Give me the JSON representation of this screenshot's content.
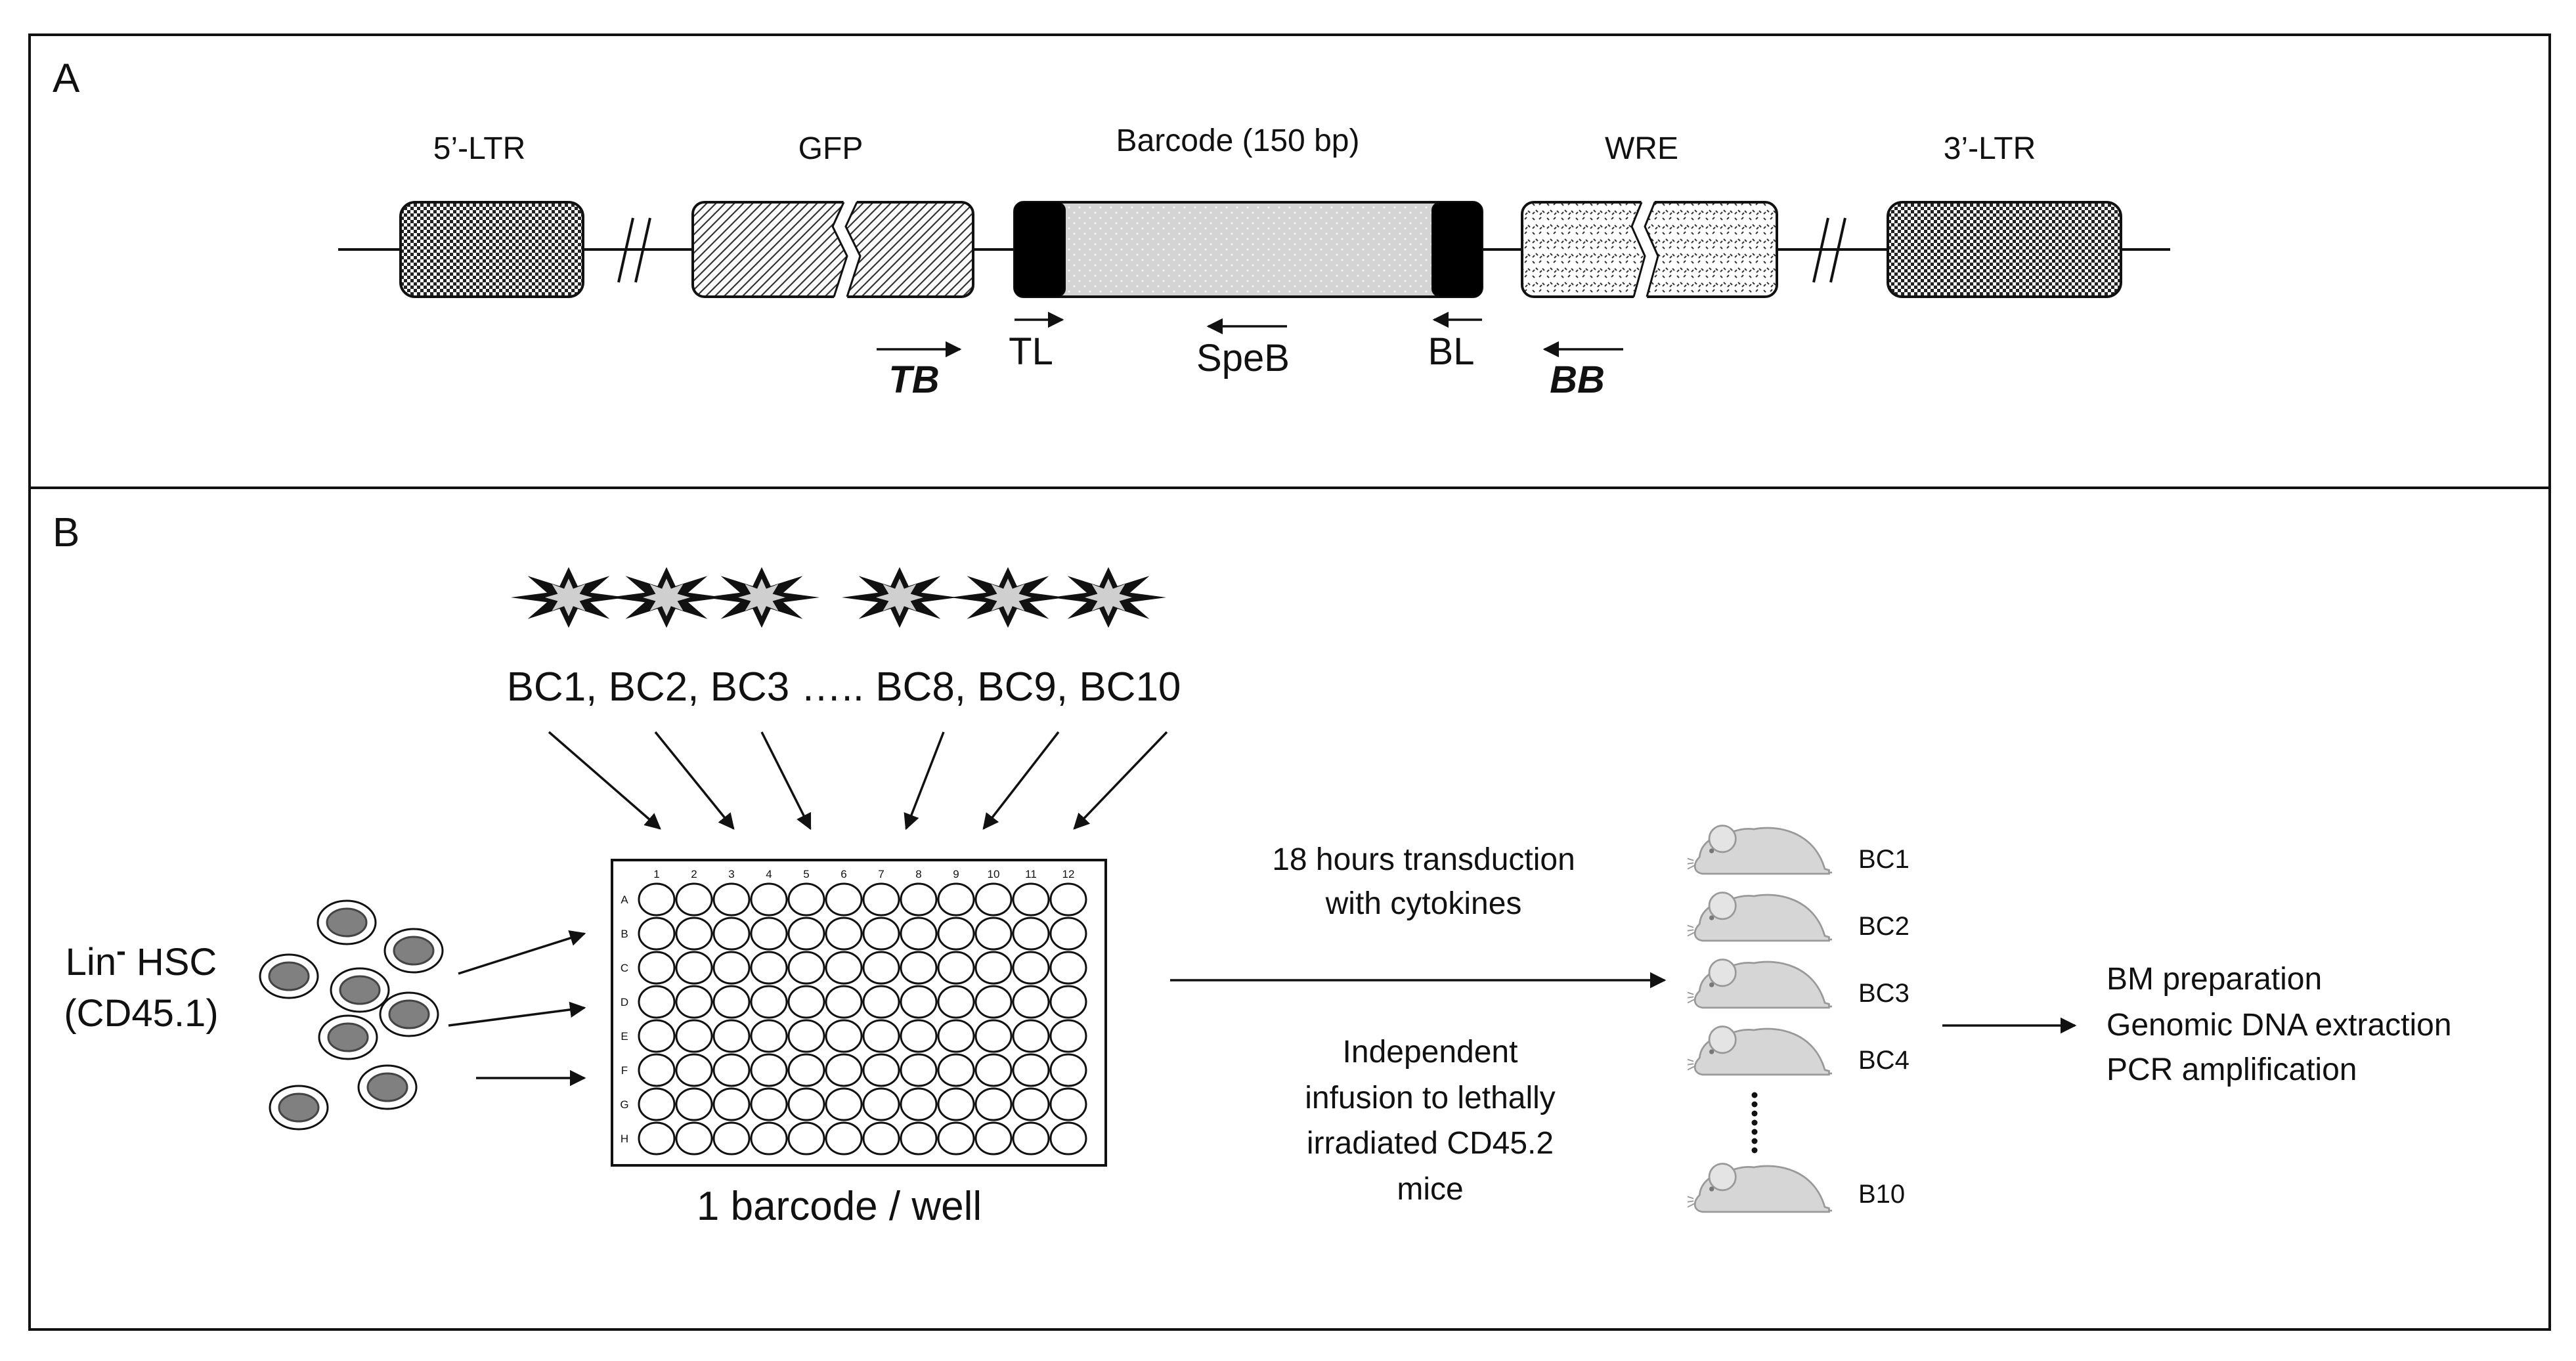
{
  "panel_a": {
    "label": "A",
    "elements": {
      "ltr5": "5’-LTR",
      "gfp": "GFP",
      "barcode": "Barcode (150 bp)",
      "wre": "WRE",
      "ltr3": "3’-LTR"
    },
    "primers": {
      "tb": "TB",
      "tl": "TL",
      "speb": "SpeB",
      "bl": "BL",
      "bb": "BB"
    }
  },
  "panel_b": {
    "label": "B",
    "barcode_list": "BC1, BC2, BC3 ….. BC8, BC9, BC10",
    "cells_label_prefix": "Lin",
    "cells_label_sup": "-",
    "cells_label_suffix": " HSC",
    "cells_label_line2": "(CD45.1)",
    "plate": {
      "columns": [
        "1",
        "2",
        "3",
        "4",
        "5",
        "6",
        "7",
        "8",
        "9",
        "10",
        "11",
        "12"
      ],
      "rows": [
        "A",
        "B",
        "C",
        "D",
        "E",
        "F",
        "G",
        "H"
      ],
      "caption": "1 barcode / well"
    },
    "step_top_line1": "18 hours transduction",
    "step_top_line2": "with cytokines",
    "step_bottom_line1": "Independent",
    "step_bottom_line2": "infusion to lethally",
    "step_bottom_line3": "irradiated CD45.2",
    "step_bottom_line4": "mice",
    "mice": [
      "BC1",
      "BC2",
      "BC3",
      "BC4",
      "B10"
    ],
    "analysis": [
      "BM preparation",
      "Genomic DNA extraction",
      "PCR amplification"
    ]
  }
}
